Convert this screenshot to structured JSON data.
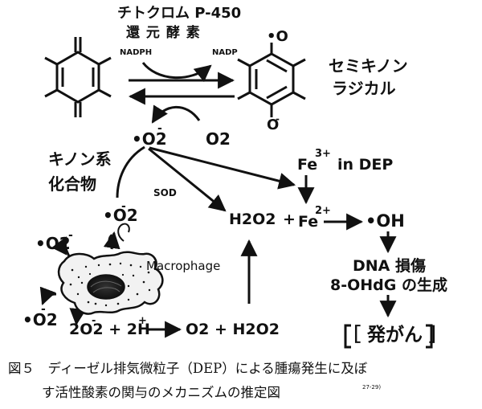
{
  "labels": {
    "enzyme_line1": "チトクロム P-450",
    "enzyme_line2": "還 元 酵 素",
    "nadph": "NADPH",
    "nadp": "NADP",
    "semiquinone_line1": "セミキノン",
    "semiquinone_line2": "ラジカル",
    "quinone_line1": "キノン系",
    "quinone_line2": "化合物",
    "superoxide": "•O2",
    "superoxide_charge": "-",
    "o2": "O2",
    "fe3_base": "Fe",
    "fe3_sup": "3+",
    "in_dep": "in DEP",
    "sod": "SOD",
    "h2o2": "H2O2",
    "plus": "+",
    "fe2_base": "Fe",
    "fe2_sup": "2+",
    "oh_radical": "•OH",
    "macrophage": "Macrophage",
    "dna_line1": "DNA 損傷",
    "dna_line2": "8-OHdG の生成",
    "carcinogenesis": "［ 発がん ］",
    "reaction_left": "2O2 + 2H",
    "reaction_minus": "-",
    "reaction_hplus": "+",
    "reaction_right": "O2 + H2O2",
    "semiquinone_radical_dot": "•O",
    "semiquinone_anion": "O"
  },
  "caption": {
    "line1": "図５　ディーゼル排気微粒子（DEP）による腫瘍発生に及ぼ",
    "line2": "す活性酸素の関与のメカニズムの推定図",
    "ref": "27-29)"
  }
}
